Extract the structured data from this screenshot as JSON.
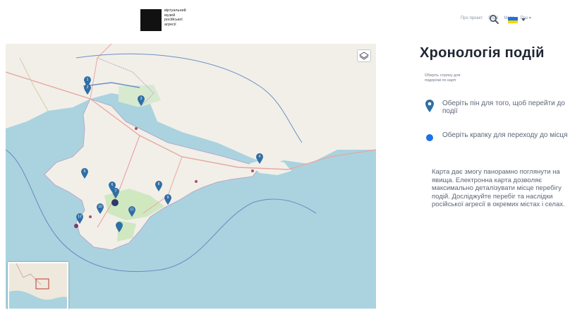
{
  "header": {
    "logo_text": "віртуальний\nмузей\nросійської\nагресії",
    "nav": [
      "Про проект",
      "Події",
      "Мапа",
      "Про ▾"
    ]
  },
  "map": {
    "pins": [
      {
        "label": "1"
      },
      {
        "label": "2"
      },
      {
        "label": "3"
      },
      {
        "label": "4"
      },
      {
        "label": "5"
      },
      {
        "label": "6"
      },
      {
        "label": "7"
      },
      {
        "label": "8"
      },
      {
        "label": "9"
      },
      {
        "label": "10"
      },
      {
        "label": "11"
      },
      {
        "label": "12"
      }
    ]
  },
  "panel": {
    "title": "Хронологія подій",
    "hint": "Оберіть стрілку для подорожі по карті",
    "legend_pin": "Оберіть пін для того, щоб перейти до події",
    "legend_dot": "Оберіть крапку для переходу до місця",
    "body": "Карта дає змогу панорамно поглянути на явища. Електронна карта дозволяє максимально деталізувати місце перебігу подій. Досліджуйте перебіг та наслідки російської агресії в окремих містах і селах."
  },
  "colors": {
    "sea": "#aad3df",
    "land": "#f2efe9",
    "pin": "#2f6fa5",
    "accent_blue": "#1a73e8",
    "accent_yellow": "#ffd500"
  }
}
